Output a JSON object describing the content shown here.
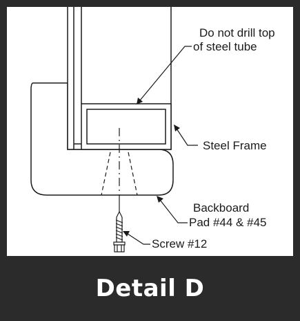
{
  "labels": {
    "drill_line1": "Do not drill top",
    "drill_line2": "of steel tube",
    "steel_frame": "Steel Frame",
    "backboard_line1": "Backboard",
    "backboard_line2": "Pad #44 & #45",
    "screw": "Screw #12"
  },
  "footer": {
    "title": "Detail D"
  },
  "colors": {
    "footer_bg": "#2b2b2b",
    "line": "#1a1a1a",
    "panel_bg": "#ffffff"
  }
}
